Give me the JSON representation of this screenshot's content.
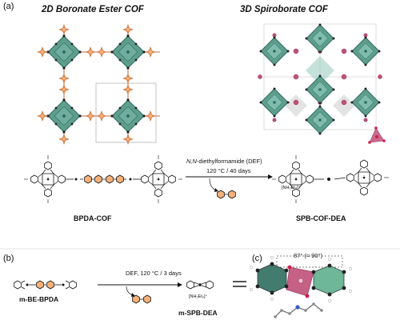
{
  "panels": {
    "a": "(a)",
    "b": "(b)",
    "c": "(c)"
  },
  "titles": {
    "left": "2D Boronate Ester COF",
    "right": "3D Spiroborate COF"
  },
  "labels": {
    "bpda_cof": "BPDA-COF",
    "spb_cof_dea": "SPB-COF-DEA",
    "nh2et2": "[NH₂Et₂]⁺",
    "nh2et2_b": "[NH₂Et₂]⁺",
    "m_be_bpda": "m-BE-BPDA",
    "m_spb_dea": "m-SPB-DEA"
  },
  "conditions": {
    "a_line1_italic": "N,N",
    "a_line1_rest": "-diethylformamide (DEF)",
    "a_line2": "120 °C / 40 days",
    "b_line": "DEF, 120 °C / 3 days"
  },
  "angle_annotation": "87° (≈ 90°)",
  "colors": {
    "teal": "#5f9e8f",
    "teal_dark": "#2e6e5f",
    "orange": "#f0a06e",
    "orange_dark": "#c56c35",
    "pink": "#c0507a",
    "magenta_red": "#d01c4a"
  }
}
